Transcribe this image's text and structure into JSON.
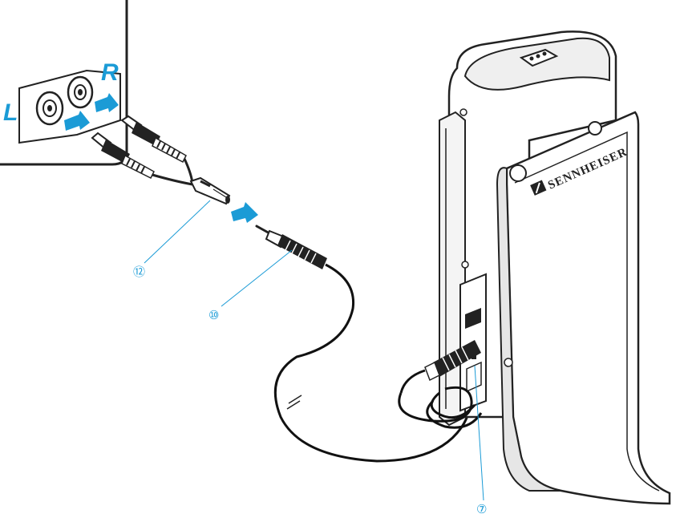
{
  "labels": {
    "left_channel": "L",
    "right_channel": "R",
    "brand": "SENNHEISER"
  },
  "callouts": [
    {
      "id": "12",
      "text": "⑫"
    },
    {
      "id": "10",
      "text": "⑩"
    },
    {
      "id": "7",
      "text": "⑦"
    }
  ],
  "colors": {
    "accent": "#1b9bd6",
    "ink": "#1a1a1a",
    "outline": "#222222",
    "body_fill": "#ffffff",
    "shade": "#e6e6e6"
  },
  "icons": {
    "brand_logo": "sennheiser-logo-icon",
    "insert_arrow": "arrow-right-icon"
  }
}
